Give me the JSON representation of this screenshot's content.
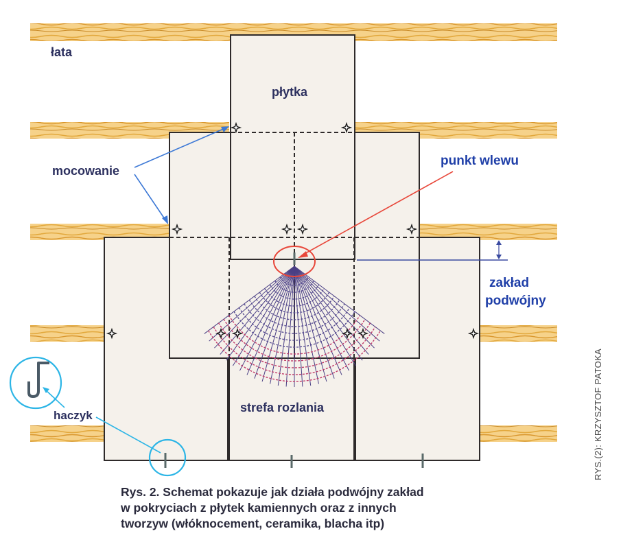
{
  "labels": {
    "lata": "łata",
    "plytka": "płytka",
    "mocowanie": "mocowanie",
    "punkt_wlewu": "punkt wlewu",
    "zaklad_line1": "zakład",
    "zaklad_line2": "podwójny",
    "haczyk": "haczyk",
    "strefa_rozlania": "strefa rozlania"
  },
  "caption": {
    "line1": "Rys. 2. Schemat pokazuje jak działa podwójny zakład",
    "line2": "w pokryciach z płytek kamiennych oraz z innych",
    "line3": "tworzyw (włóknocement, ceramika, blacha itp)"
  },
  "credit": "RYS.(2): KRZYSZTOF PATOKA",
  "colors": {
    "batten_base": "#f6d28a",
    "batten_grain": "#e2a83c",
    "tile_fill": "#f5f1eb",
    "tile_stroke": "#2e2a2a",
    "label_dark": "#2b2f5e",
    "label_blue": "#1f3fa8",
    "pointer_blue": "#3d79d6",
    "pointer_red": "#e8473a",
    "spread_purple": "#4a3f84",
    "hook_cyan": "#2cb5e6",
    "hook_gray": "#5a6a6a"
  }
}
